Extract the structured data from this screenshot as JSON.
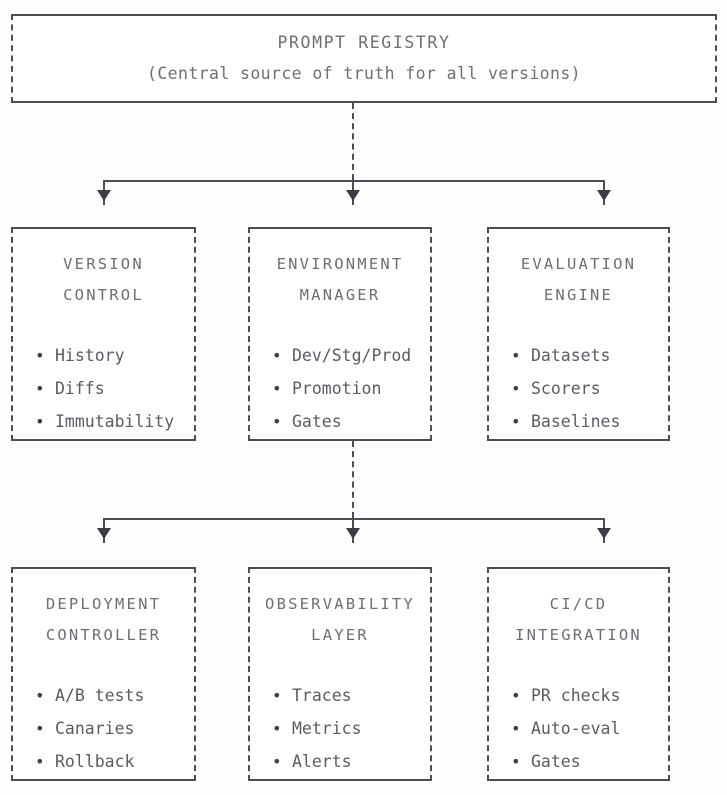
{
  "diagram": {
    "kind": "layered-architecture-flowchart",
    "background_color": "#fdfdfd",
    "border_color": "#4a4e57",
    "text_color": "#6b6f76",
    "arrow_color": "#3a3d45"
  },
  "root": {
    "title": "PROMPT REGISTRY",
    "subtitle": "(Central source of truth for all versions)"
  },
  "middle_row": [
    {
      "title_line_1": "VERSION",
      "title_line_2": "CONTROL",
      "bullets": [
        "History",
        "Diffs",
        "Immutability"
      ]
    },
    {
      "title_line_1": "ENVIRONMENT",
      "title_line_2": "MANAGER",
      "bullets": [
        "Dev/Stg/Prod",
        "Promotion",
        "Gates"
      ]
    },
    {
      "title_line_1": "EVALUATION",
      "title_line_2": "ENGINE",
      "bullets": [
        "Datasets",
        "Scorers",
        "Baselines"
      ]
    }
  ],
  "bottom_row": [
    {
      "title_line_1": "DEPLOYMENT",
      "title_line_2": "CONTROLLER",
      "bullets": [
        "A/B tests",
        "Canaries",
        "Rollback"
      ]
    },
    {
      "title_line_1": "OBSERVABILITY",
      "title_line_2": "LAYER",
      "bullets": [
        "Traces",
        "Metrics",
        "Alerts"
      ]
    },
    {
      "title_line_1": "CI/CD",
      "title_line_2": "INTEGRATION",
      "bullets": [
        "PR checks",
        "Auto-eval",
        "Gates"
      ]
    }
  ]
}
